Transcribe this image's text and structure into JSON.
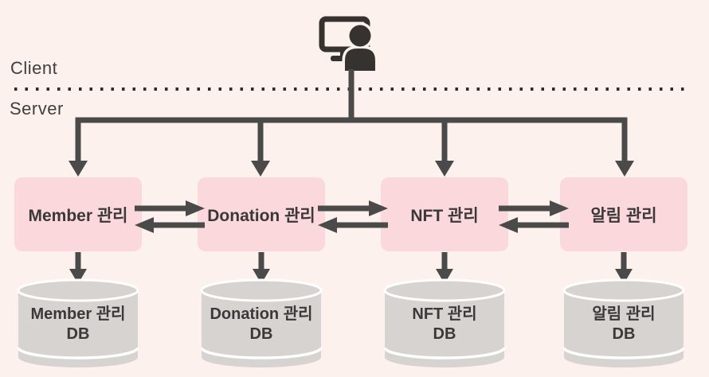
{
  "title": "Client-Server service architecture diagram",
  "colors": {
    "bg": "#fcf1ed",
    "box": "#fbd8dc",
    "cylinder": "#d6d3d1",
    "cylinder_stroke": "#ffffff",
    "line": "#4a4a4a",
    "dots": "#2d2d2d",
    "icon": "#35322f",
    "text": "#3a3838"
  },
  "layers": {
    "client_label": "Client",
    "server_label": "Server"
  },
  "client": {
    "icon": "monitor-with-person-icon"
  },
  "services": [
    {
      "name": "Member 관리",
      "db_line1": "Member 관리",
      "db_line2": "DB"
    },
    {
      "name": "Donation 관리",
      "db_line1": "Donation 관리",
      "db_line2": "DB"
    },
    {
      "name": "NFT 관리",
      "db_line1": "NFT 관리",
      "db_line2": "DB"
    },
    {
      "name": "알림 관리",
      "db_line1": "알림 관리",
      "db_line2": "DB"
    }
  ],
  "relations": [
    "Client -> Member 관리",
    "Client -> Donation 관리",
    "Client -> NFT 관리",
    "Client -> 알림 관리",
    "Member 관리 <-> Donation 관리",
    "Donation 관리 <-> NFT 관리",
    "NFT 관리 <-> 알림 관리",
    "Member 관리 -> Member 관리 DB",
    "Donation 관리 -> Donation 관리 DB",
    "NFT 관리 -> NFT 관리 DB",
    "알림 관리 -> 알림 관리 DB"
  ]
}
